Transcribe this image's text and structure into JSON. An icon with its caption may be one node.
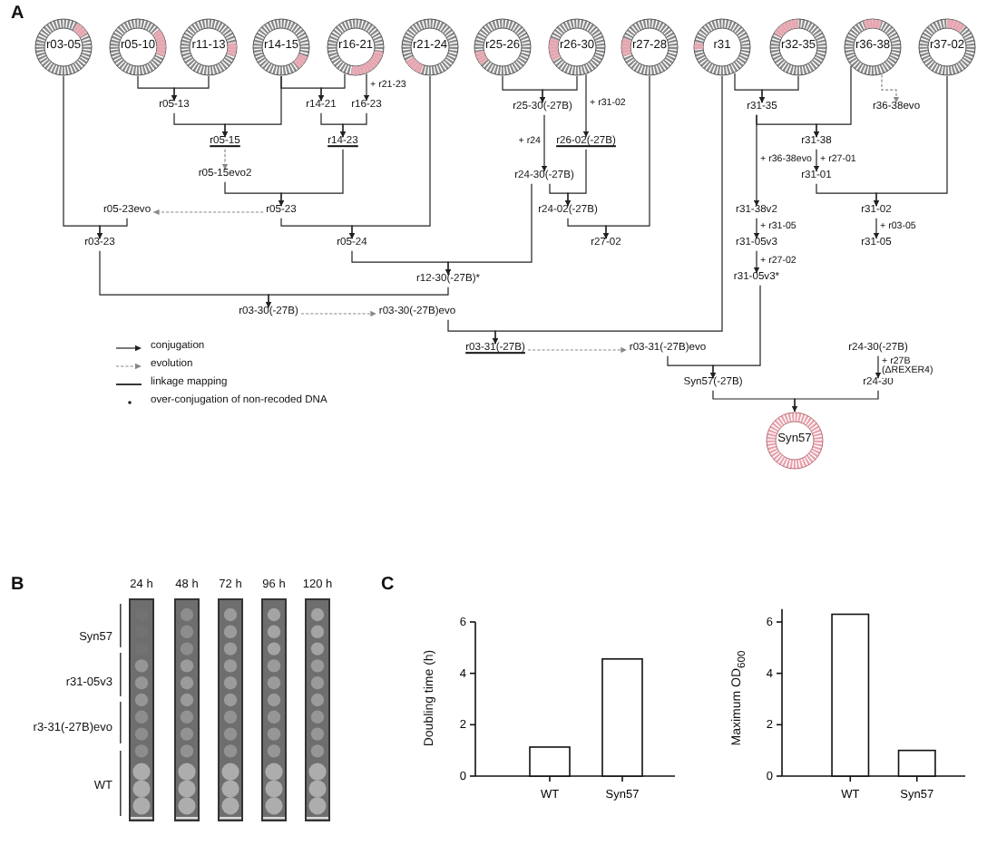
{
  "diagram": {
    "nodes": [
      {
        "text": [
          "r03-05"
        ]
      },
      {
        "text": [
          "r05-10"
        ]
      },
      {
        "text": [
          "r11-13"
        ]
      },
      {
        "text": [
          "r14-15"
        ]
      },
      {
        "text": [
          "r16-21"
        ]
      },
      {
        "text": [
          "r21-24"
        ]
      },
      {
        "text": [
          "r25-26"
        ]
      },
      {
        "text": [
          "r26-30"
        ]
      },
      {
        "text": [
          "r27-28"
        ]
      },
      {
        "text": [
          "r31"
        ]
      },
      {
        "text": [
          "r32-35"
        ]
      },
      {
        "text": [
          "r36-38"
        ]
      },
      {
        "text": [
          "r37-02"
        ]
      },
      {
        "text": [
          "r05-13"
        ]
      },
      {
        "text": [
          "r14-21"
        ]
      },
      {
        "text": [
          "r16-23"
        ]
      },
      {
        "text": [
          "r05-15"
        ]
      },
      {
        "text": [
          "r14-23"
        ]
      },
      {
        "text": [
          "r05-15evo2"
        ]
      },
      {
        "text": [
          "r05-23evo"
        ]
      },
      {
        "text": [
          "r05-23"
        ]
      },
      {
        "text": [
          "r03-23"
        ]
      },
      {
        "text": [
          "r05-24"
        ]
      },
      {
        "text": [
          "r12-30(-27B)*"
        ]
      },
      {
        "text": [
          "r25-30(-27B)"
        ]
      },
      {
        "text": [
          "r26-02(-27B)"
        ]
      },
      {
        "text": [
          "r24-30(-27B)"
        ]
      },
      {
        "text": [
          "r24-02(-27B)"
        ]
      },
      {
        "text": [
          "r27-02"
        ]
      },
      {
        "text": [
          "r31-35"
        ]
      },
      {
        "text": [
          "r36-38evo"
        ]
      },
      {
        "text": [
          "r31-38"
        ]
      },
      {
        "text": [
          "r31-01"
        ]
      },
      {
        "text": [
          "r31-38v2"
        ]
      },
      {
        "text": [
          "r31-02"
        ]
      },
      {
        "text": [
          "r31-05v3"
        ]
      },
      {
        "text": [
          "r31-05"
        ]
      },
      {
        "text": [
          "r31-05v3*"
        ]
      },
      {
        "text": [
          "r03-30(-27B)"
        ]
      },
      {
        "text": [
          "r03-30(-27B)evo"
        ]
      },
      {
        "text": [
          "r03-31(-27B)"
        ]
      },
      {
        "text": [
          "r03-31(-27B)evo"
        ]
      },
      {
        "text": [
          "r24-30(-27B)"
        ]
      },
      {
        "text": [
          "Syn57(-27B)"
        ]
      },
      {
        "text": [
          "r24-30"
        ]
      },
      {
        "text": [
          "Syn57"
        ]
      }
    ],
    "edges": [
      {
        "from": 1,
        "to": 13,
        "arrow": "to"
      },
      {
        "from": 2,
        "to": 13,
        "arrow": "to"
      },
      {
        "from": 3,
        "to": 14,
        "arrow": "to"
      },
      {
        "from": 4,
        "to": 14,
        "arrow": "to"
      },
      {
        "from": 4,
        "to": 15,
        "arrow": "to",
        "label": "+ r21-23"
      },
      {
        "from": 13,
        "to": 16,
        "arrow": "to"
      },
      {
        "from": 3,
        "to": 16,
        "arrow": "to"
      },
      {
        "from": 14,
        "to": 17,
        "arrow": "to"
      },
      {
        "from": 15,
        "to": 17,
        "arrow": "to"
      },
      {
        "from": 16,
        "to": 18,
        "arrow": "to",
        "style": "dashed",
        "color": "#888888"
      },
      {
        "from": 18,
        "to": 20,
        "arrow": "to"
      },
      {
        "from": 17,
        "to": 20,
        "arrow": "to"
      },
      {
        "from": 20,
        "to": 19,
        "arrow": "to",
        "style": "dashed",
        "color": "#888888"
      },
      {
        "from": 0,
        "to": 21,
        "arrow": "to"
      },
      {
        "from": 19,
        "to": 21,
        "arrow": "to"
      },
      {
        "from": 20,
        "to": 22,
        "arrow": "to"
      },
      {
        "from": 5,
        "to": 22,
        "arrow": "to"
      },
      {
        "from": 22,
        "to": 23,
        "arrow": "to"
      },
      {
        "from": 26,
        "to": 23,
        "arrow": "to"
      },
      {
        "from": 6,
        "to": 24,
        "arrow": "to"
      },
      {
        "from": 7,
        "to": 24,
        "arrow": "to"
      },
      {
        "from": 7,
        "to": 25,
        "arrow": "to",
        "label": "+ r31-02"
      },
      {
        "from": 24,
        "to": 26,
        "arrow": "to",
        "label": "+ r24"
      },
      {
        "from": 26,
        "to": 27,
        "arrow": "to"
      },
      {
        "from": 25,
        "to": 27,
        "arrow": "to"
      },
      {
        "from": 27,
        "to": 28,
        "arrow": "to"
      },
      {
        "from": 8,
        "to": 28,
        "arrow": "to"
      },
      {
        "from": 21,
        "to": 38,
        "arrow": "to"
      },
      {
        "from": 23,
        "to": 38,
        "arrow": "to"
      },
      {
        "from": 38,
        "to": 39,
        "arrow": "to",
        "style": "dashed",
        "color": "#888888"
      },
      {
        "from": 39,
        "to": 40,
        "arrow": "to"
      },
      {
        "from": 9,
        "to": 40,
        "arrow": "to"
      },
      {
        "from": 40,
        "to": 41,
        "arrow": "to",
        "style": "dashed",
        "color": "#888888"
      },
      {
        "from": 9,
        "to": 29,
        "arrow": "to"
      },
      {
        "from": 10,
        "to": 29,
        "arrow": "to"
      },
      {
        "from": 11,
        "to": 30,
        "arrow": "to",
        "style": "dashed",
        "color": "#888888"
      },
      {
        "from": 29,
        "to": 31,
        "arrow": "to"
      },
      {
        "from": 11,
        "to": 31,
        "arrow": "to"
      },
      {
        "from": 31,
        "to": 32,
        "arrow": "to",
        "label": "+ r27-01"
      },
      {
        "from": 29,
        "to": 33,
        "arrow": "to",
        "label": "+ r36-38evo"
      },
      {
        "from": 32,
        "to": 34,
        "arrow": "to"
      },
      {
        "from": 12,
        "to": 34,
        "arrow": "to"
      },
      {
        "from": 33,
        "to": 35,
        "arrow": "to",
        "label": "+ r31-05"
      },
      {
        "from": 34,
        "to": 36,
        "arrow": "to",
        "label": "+ r03-05"
      },
      {
        "from": 35,
        "to": 37,
        "arrow": "to",
        "label": "+ r27-02"
      },
      {
        "from": 41,
        "to": 43,
        "arrow": "to"
      },
      {
        "from": 37,
        "to": 43,
        "arrow": "to"
      },
      {
        "from": 42,
        "to": 44,
        "arrow": "to",
        "label": "+ r27B (ΔREXER4)"
      },
      {
        "from": 43,
        "to": 45,
        "arrow": "to"
      },
      {
        "from": 44,
        "to": 45,
        "arrow": "to"
      }
    ],
    "labels": [
      "A",
      "B",
      "24 h",
      "48 h",
      "72 h",
      "96 h",
      "120 h",
      "Syn57",
      "r31-05v3",
      "r3-31(-27B)evo",
      "WT",
      "C"
    ],
    "legend": [
      {
        "text": "conjugation"
      },
      {
        "text": "evolution"
      },
      {
        "text": "linkage mapping"
      },
      {
        "text": "over-conjugation of non-recoded DNA"
      }
    ],
    "chart_data": [
      {
        "type": "bar",
        "ylabel": "Doubling time (h)",
        "categories": [
          "WT",
          "Syn57"
        ],
        "values": [
          1.13,
          4.56
        ],
        "ylim": [
          0,
          6
        ],
        "yticks": [
          0,
          2,
          4,
          6
        ]
      },
      {
        "type": "bar",
        "ylabel": "Maximum OD$_{600}$",
        "categories": [
          "WT",
          "Syn57"
        ],
        "values": [
          6.3,
          1.0
        ],
        "ylim": [
          0,
          6.5
        ],
        "yticks": [
          0,
          2,
          4,
          6
        ]
      }
    ]
  }
}
